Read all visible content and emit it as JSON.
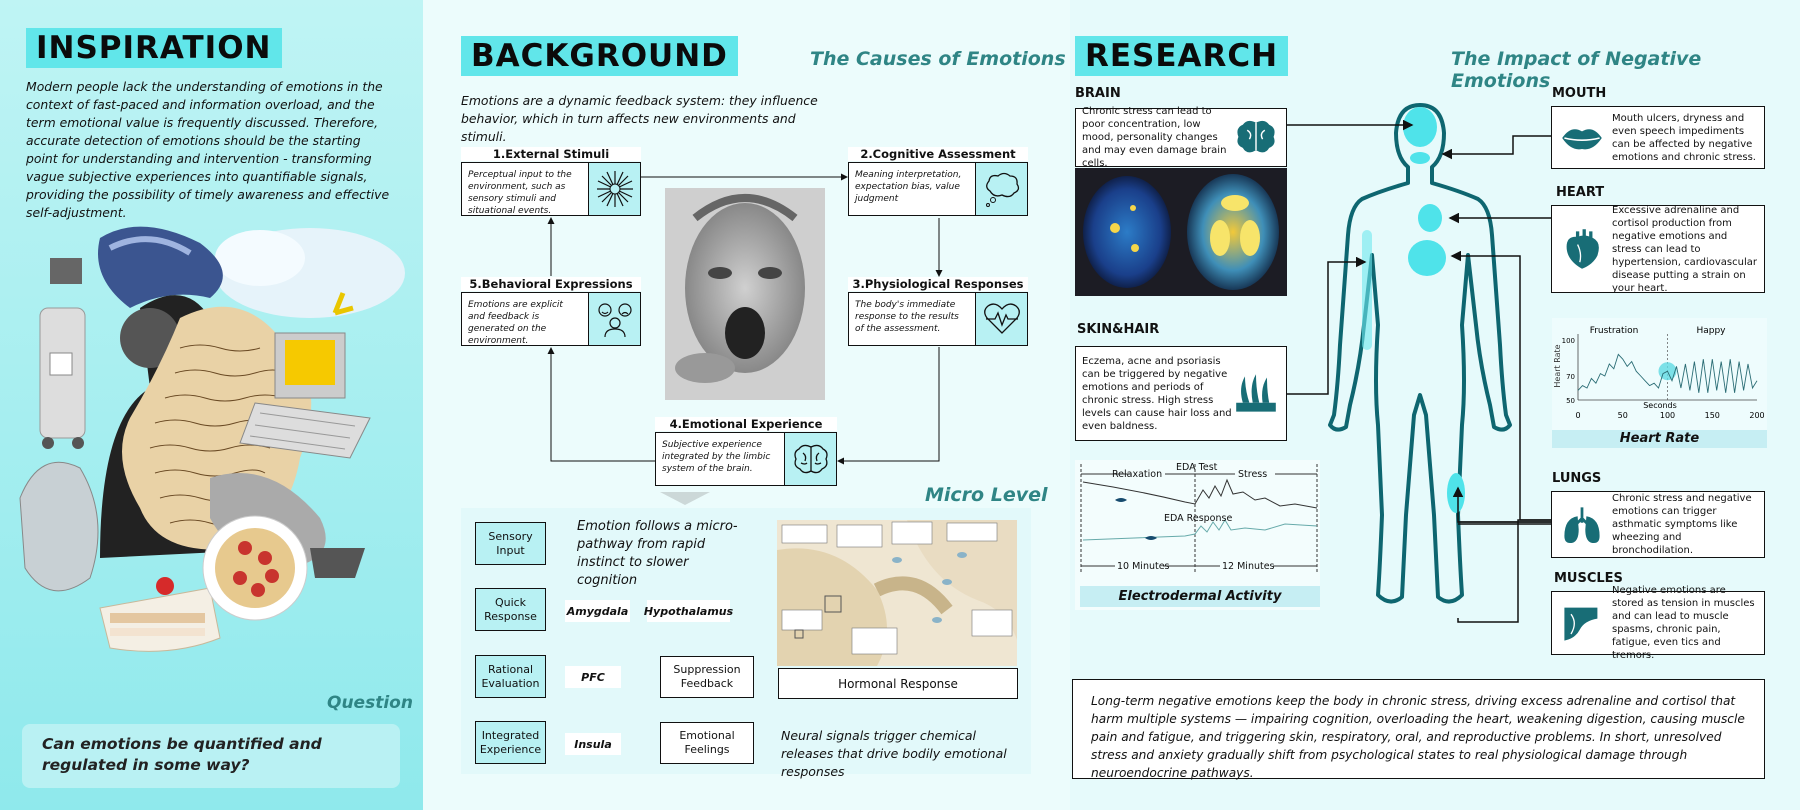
{
  "inspiration": {
    "title": "INSPIRATION",
    "paragraph": "Modern people lack the understanding of emotions in the context of fast-paced and information overload, and the term emotional value is frequently discussed. Therefore, accurate detection of emotions should be the starting point for understanding and intervention - transforming vague subjective experiences into quantifiable signals, providing the possibility of timely awareness and effective self-adjustment.",
    "question_label": "Question",
    "question_text": "Can emotions be quantified and regulated in some way?"
  },
  "background": {
    "title": "BACKGROUND",
    "subtitle": "The Causes of Emotions",
    "intro": "Emotions are a dynamic feedback system: they influence behavior, which in turn affects new environments and stimuli.",
    "steps": [
      {
        "title": "1.External Stimuli",
        "text": "Perceptual input to the environment, such as sensory stimuli and situational events.",
        "icon": "burst-icon"
      },
      {
        "title": "2.Cognitive Assessment",
        "text": "Meaning interpretation, expectation bias, value judgment",
        "icon": "thought-bubble-icon"
      },
      {
        "title": "3.Physiological Responses",
        "text": "The body's immediate response to the results of the assessment.",
        "icon": "heartbeat-icon"
      },
      {
        "title": "4.Emotional Experience",
        "text": "Subjective experience integrated by the limbic system of the brain.",
        "icon": "brain-icon"
      },
      {
        "title": "5.Behavioral Expressions",
        "text": "Emotions are explicit and feedback is generated on the environment.",
        "icon": "faces-icon"
      }
    ],
    "micro": {
      "title": "Micro Level",
      "intro": "Emotion follows a micro-pathway from rapid instinct to slower cognition",
      "stages": [
        "Sensory Input",
        "Quick Response",
        "Rational Evaluation",
        "Integrated Experience"
      ],
      "regions": [
        "Amygdala",
        "Hypothalamus",
        "PFC",
        "Insula"
      ],
      "outputs": [
        "Suppression Feedback",
        "Emotional Feelings"
      ],
      "hormonal": "Hormonal Response",
      "caption": "Neural signals trigger chemical releases that drive bodily emotional responses"
    }
  },
  "research": {
    "title": "RESEARCH",
    "subtitle": "The Impact of Negative Emotions",
    "brain": {
      "label": "BRAIN",
      "text": "Chronic stress can lead to poor concentration, low mood, personality changes and may even damage brain cells."
    },
    "skin": {
      "label": "SKIN&HAIR",
      "text": "Eczema, acne and psoriasis can be triggered by negative emotions and periods of chronic stress. High stress levels can cause hair loss and even baldness."
    },
    "eda": {
      "test_label": "EDA Test",
      "relaxation": "Relaxation",
      "stress": "Stress",
      "response_label": "EDA Response",
      "ten_min": "10 Minutes",
      "twelve_min": "12 Minutes",
      "caption": "Electrodermal Activity"
    },
    "mouth": {
      "label": "MOUTH",
      "text": "Mouth ulcers, dryness and even speech impediments can be affected by negative emotions and chronic stress."
    },
    "heart": {
      "label": "HEART",
      "text": "Excessive adrenaline and cortisol production from negative emotions and stress can lead to hypertension, cardiovascular disease putting a strain on your heart."
    },
    "lungs": {
      "label": "LUNGS",
      "text": "Chronic stress and negative emotions can trigger asthmatic symptoms like wheezing and bronchodilation."
    },
    "muscles": {
      "label": "MUSCLES",
      "text": "Negative emotions are stored as tension in muscles and can lead to muscle spasms, chronic pain, fatigue, even tics and tremors."
    },
    "heart_rate_caption": "Heart Rate",
    "summary": "Long-term negative emotions keep the body in chronic stress, driving excess adrenaline and cortisol that harm multiple systems — impairing cognition, overloading the heart, weakening digestion, causing muscle pain and fatigue, and triggering skin, respiratory, oral, and reproductive problems. In short, unresolved stress and anxiety gradually shift from psychological states to real physiological damage through neuroendocrine pathways."
  },
  "chart_data": {
    "type": "line",
    "ylabel": "Heart Rate",
    "xlabel": "Seconds",
    "annotations": [
      "Frustration",
      "Happy"
    ],
    "xticks": [
      0,
      50,
      100,
      150,
      200
    ],
    "yticks": [
      50,
      70,
      100
    ],
    "xlim": [
      0,
      200
    ],
    "ylim": [
      50,
      100
    ],
    "x": [
      0,
      5,
      10,
      15,
      20,
      25,
      30,
      35,
      40,
      45,
      50,
      55,
      60,
      65,
      70,
      75,
      80,
      85,
      90,
      95,
      100,
      105,
      110,
      115,
      120,
      125,
      130,
      135,
      140,
      145,
      150,
      155,
      160,
      165,
      170,
      175,
      180,
      185,
      190,
      195,
      200
    ],
    "y": [
      58,
      62,
      60,
      68,
      64,
      72,
      70,
      80,
      76,
      88,
      84,
      78,
      82,
      74,
      70,
      66,
      62,
      64,
      60,
      72,
      74,
      66,
      78,
      60,
      80,
      58,
      82,
      56,
      84,
      56,
      84,
      58,
      82,
      56,
      84,
      56,
      82,
      58,
      80,
      60,
      66
    ]
  }
}
